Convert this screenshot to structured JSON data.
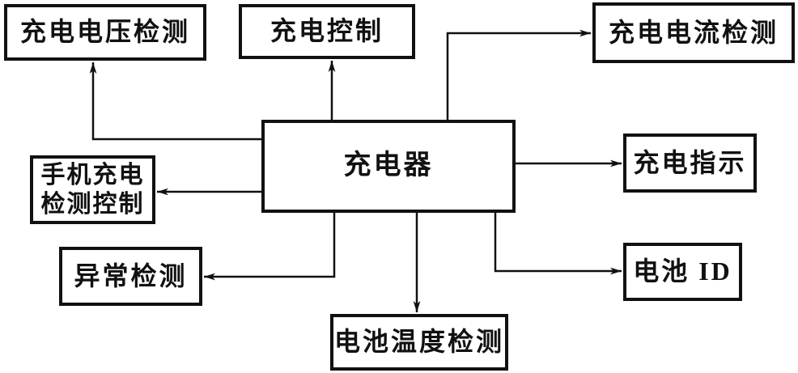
{
  "diagram": {
    "title_hint": "charger block diagram",
    "background_color": "#ffffff",
    "line_color": "#111111",
    "nodes": {
      "charger": {
        "label": "充电器"
      },
      "charge_voltage_detection": {
        "label": "充电电压检测"
      },
      "charge_control": {
        "label": "充电控制"
      },
      "charge_current_detection": {
        "label": "充电电流检测"
      },
      "phone_charge_detect_control": {
        "label": "手机充电\n检测控制"
      },
      "charge_indication": {
        "label": "充电指示"
      },
      "abnormal_detection": {
        "label": "异常检测"
      },
      "battery_id": {
        "label": "电池 ID"
      },
      "battery_temperature_detection": {
        "label": "电池温度检测"
      }
    },
    "edges": [
      {
        "from": "charger",
        "to": "charge_voltage_detection",
        "arrow": "up"
      },
      {
        "from": "charger",
        "to": "charge_control",
        "arrow": "up"
      },
      {
        "from": "charger",
        "to": "charge_current_detection",
        "arrow": "right"
      },
      {
        "from": "charger",
        "to": "charge_indication",
        "arrow": "right"
      },
      {
        "from": "charger",
        "to": "phone_charge_detect_control",
        "arrow": "left"
      },
      {
        "from": "charger",
        "to": "abnormal_detection",
        "arrow": "left"
      },
      {
        "from": "charger",
        "to": "battery_temperature_detection",
        "arrow": "down"
      },
      {
        "from": "charger",
        "to": "battery_id",
        "arrow": "right"
      }
    ]
  }
}
